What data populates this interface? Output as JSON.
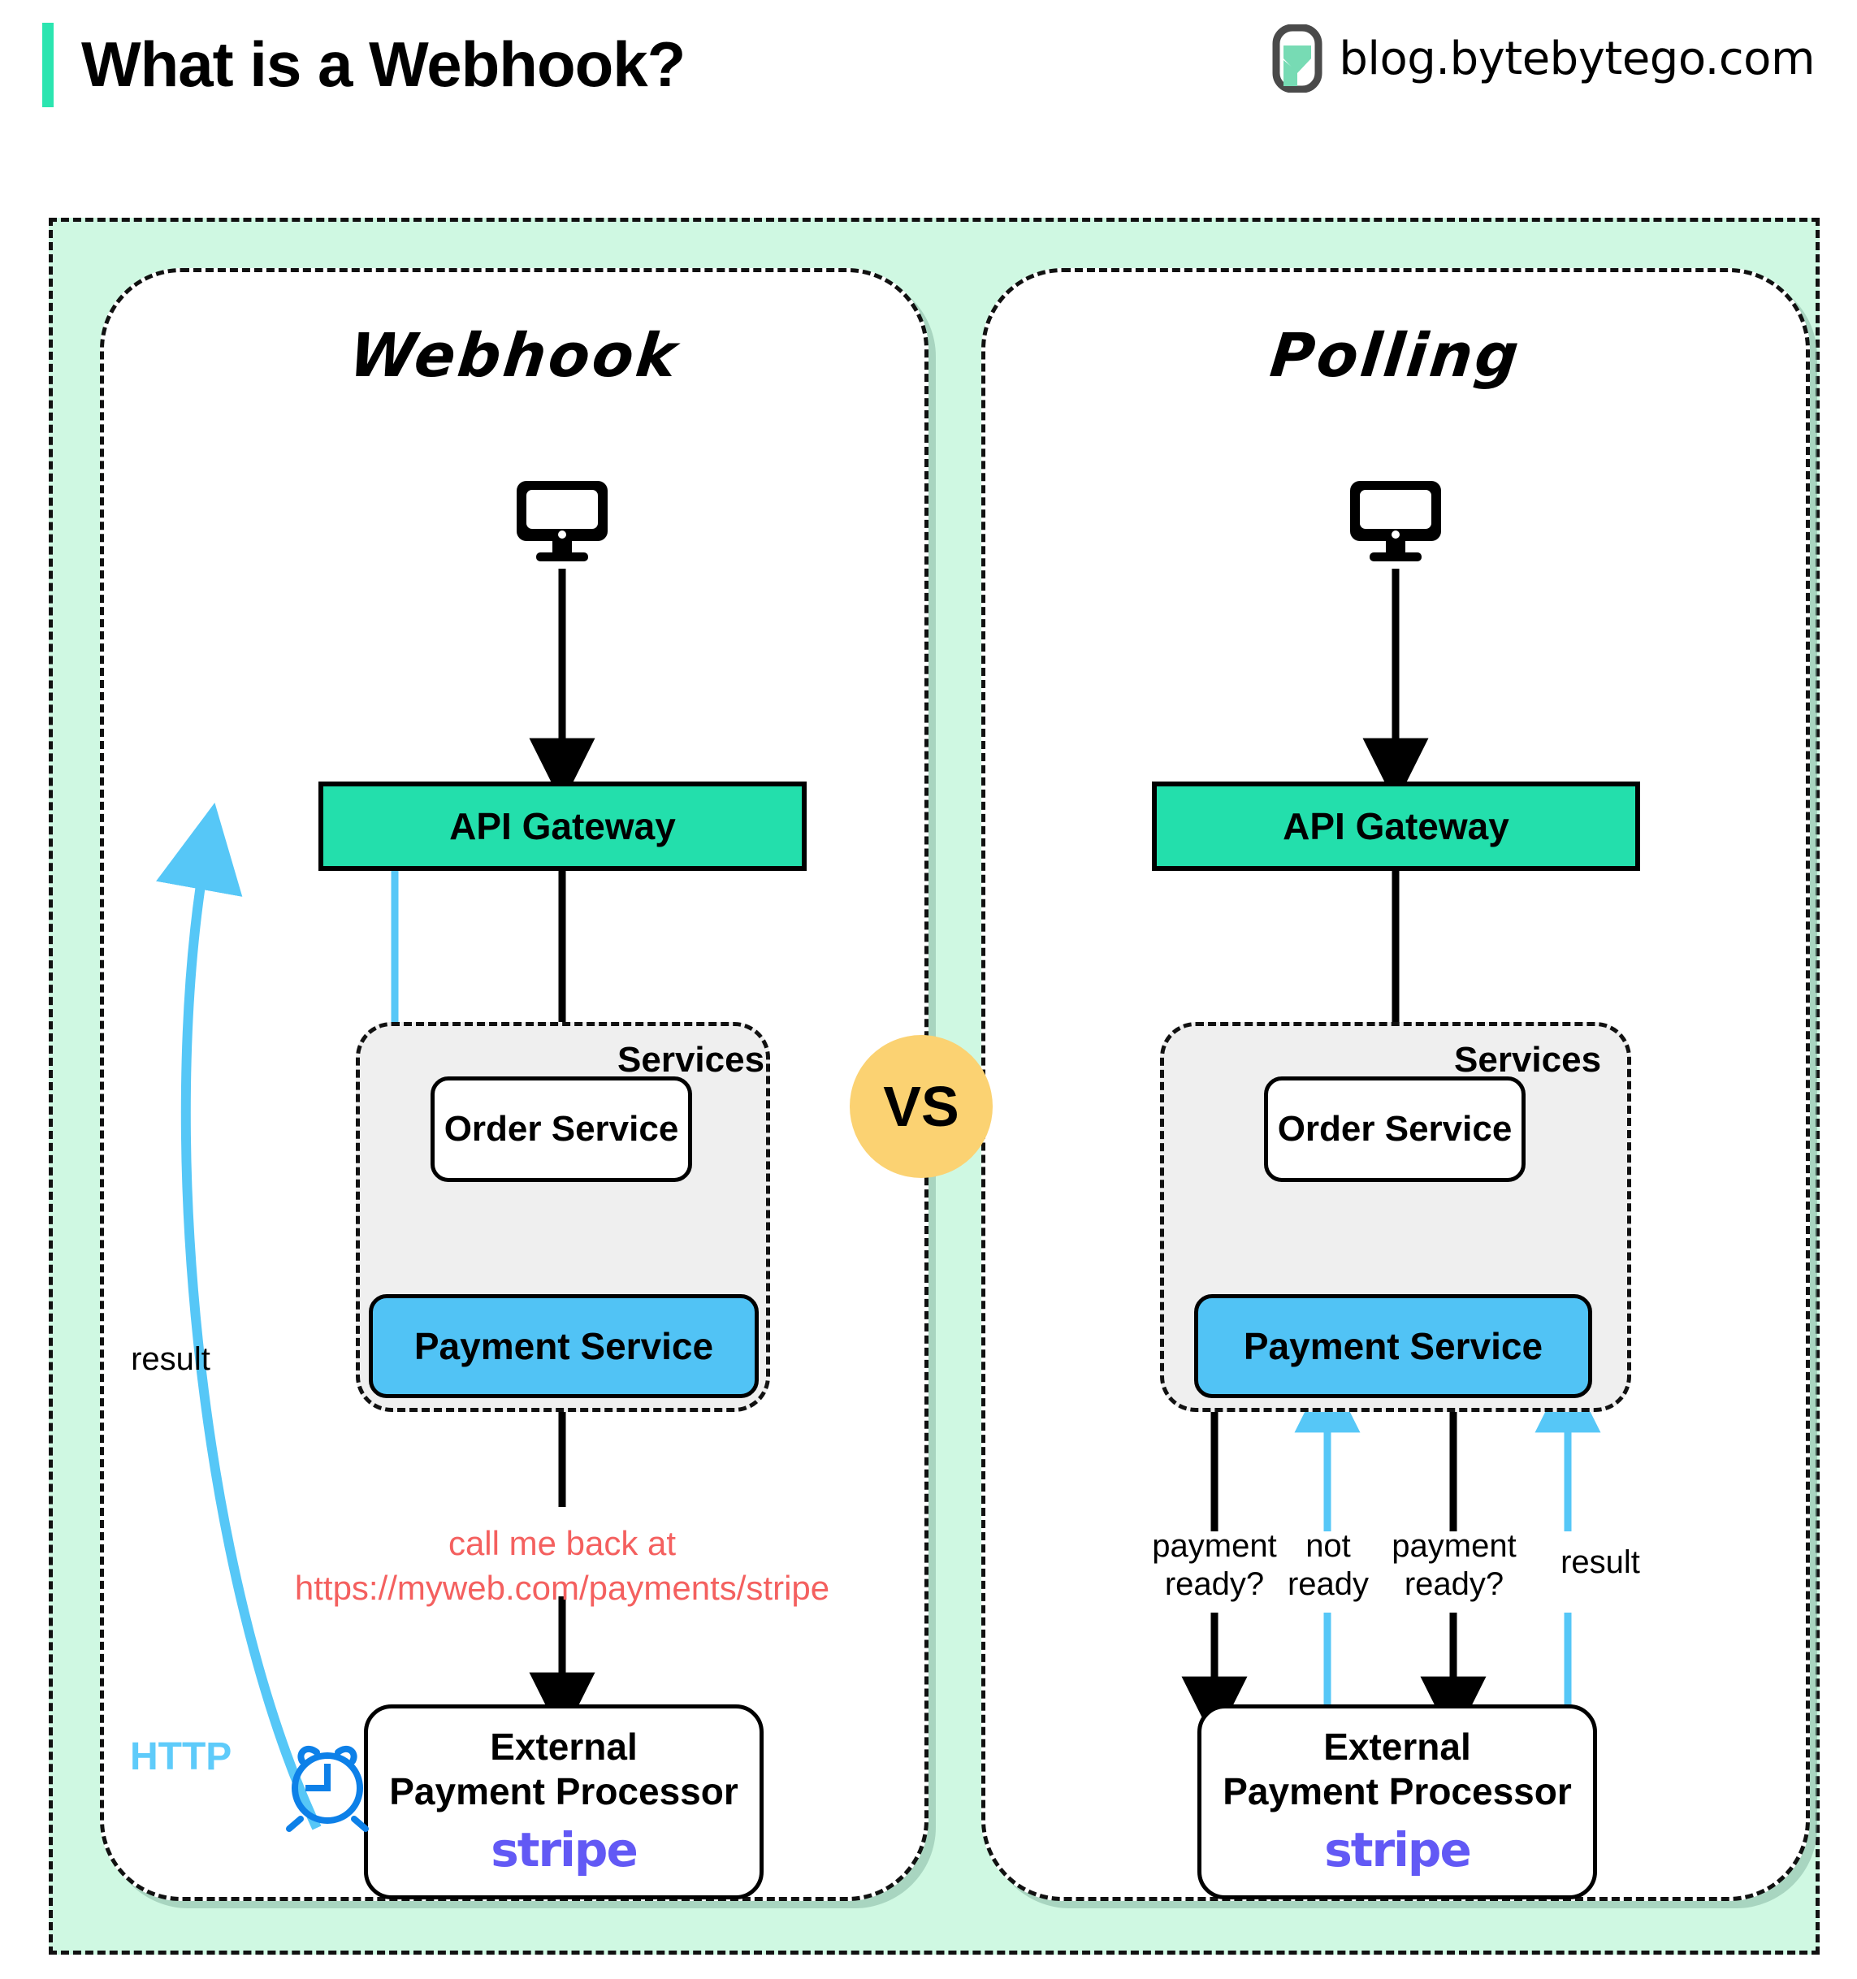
{
  "header": {
    "title": "What is a Webhook?",
    "brand": "blog.bytebytego.com",
    "logo_icon": "bytebytego-logo-icon",
    "accent_color": "#2BE5B0"
  },
  "vs_badge": {
    "label": "VS",
    "color": "#FBD272"
  },
  "colors": {
    "outer_background": "#CFF8E2",
    "gateway": "#23DFAC",
    "payment_service": "#51C3F5",
    "services_group": "#EFEFEF",
    "callback_text": "#F4605F",
    "http_label": "#5ECBFA",
    "blue_arrow": "#56C7F7",
    "clock_icon": "#0D80E8",
    "stripe": "#6259F5"
  },
  "panels": [
    {
      "id": "webhook",
      "title": "Webhook",
      "client_icon": "desktop-monitor-icon",
      "gateway": "API Gateway",
      "services_label": "Services",
      "order_service": "Order\nService",
      "payment_service": "Payment Service",
      "processor": "External\nPayment Processor",
      "processor_logo": "stripe",
      "callback_line1": "call me back at",
      "callback_line2": "https://myweb.com/payments/stripe",
      "result_label": "result",
      "http_label": "HTTP",
      "clock_icon": "alarm-clock-icon"
    },
    {
      "id": "polling",
      "title": "Polling",
      "client_icon": "desktop-monitor-icon",
      "gateway": "API Gateway",
      "services_label": "Services",
      "order_service": "Order\nService",
      "payment_service": "Payment Service",
      "processor": "External\nPayment Processor",
      "processor_logo": "stripe",
      "poll_labels": [
        "payment\nready?",
        "not\nready",
        "payment\nready?",
        "result"
      ]
    }
  ]
}
